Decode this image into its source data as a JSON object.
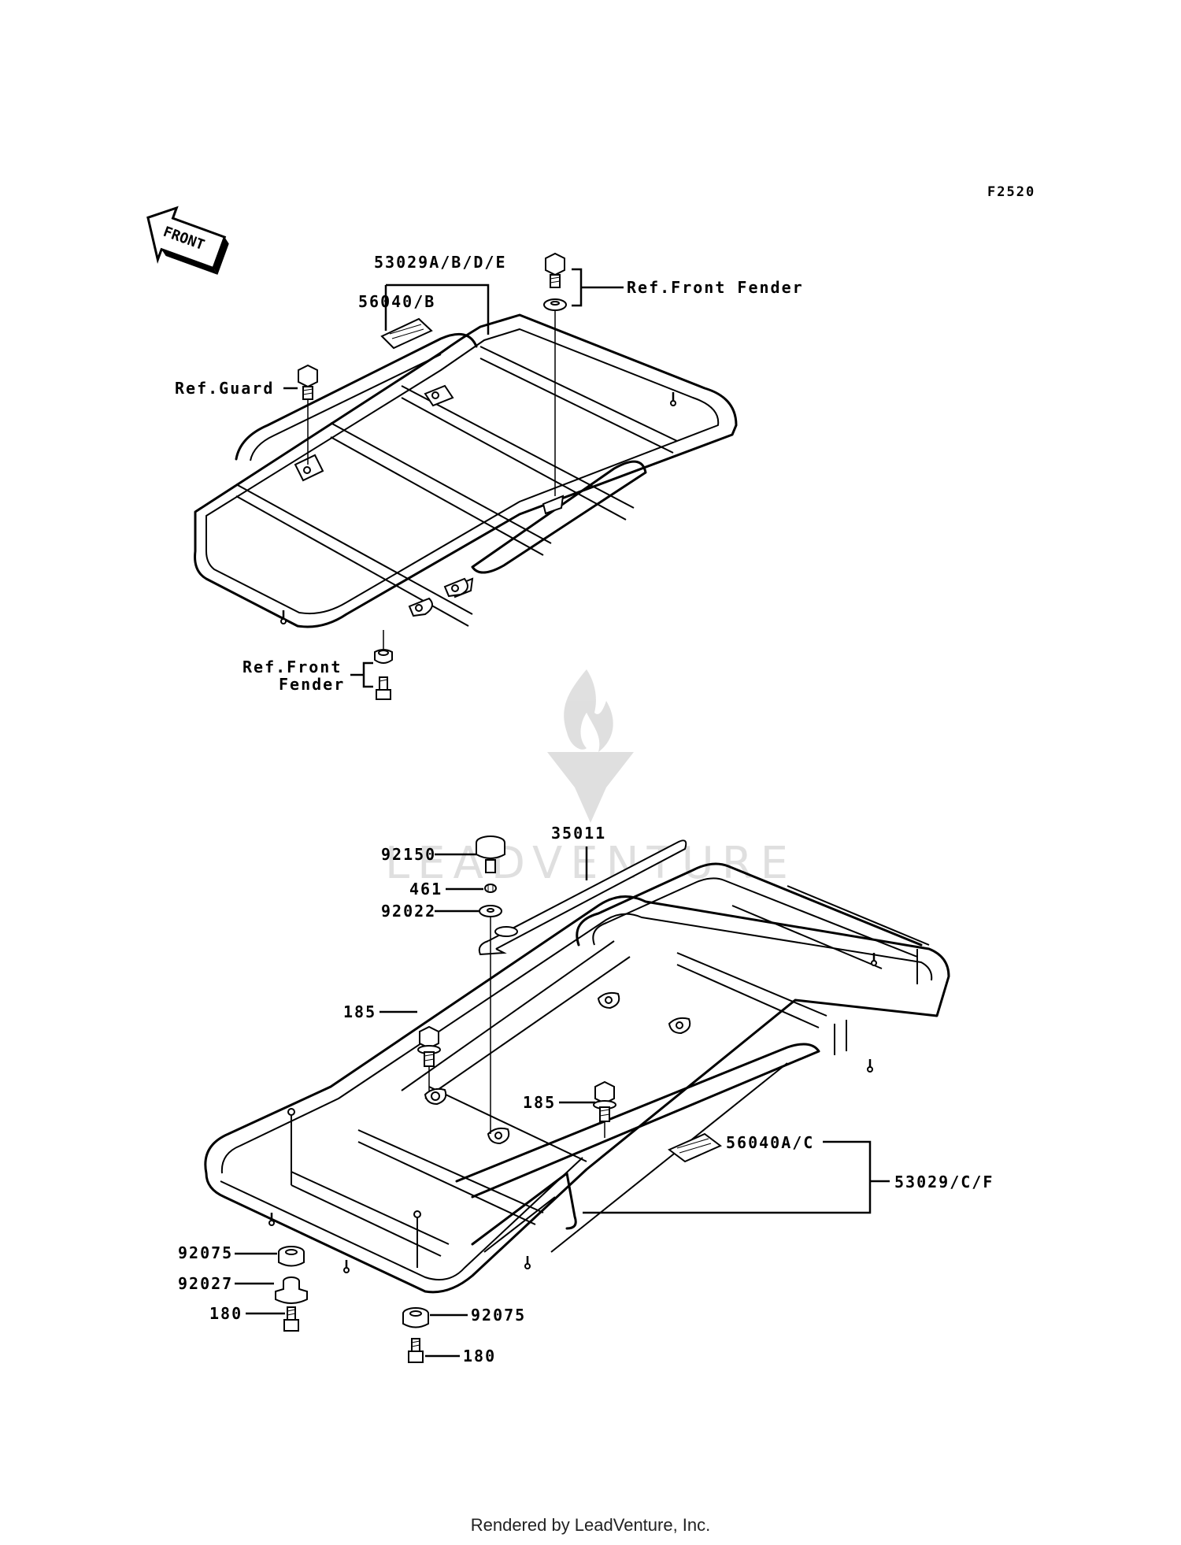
{
  "diagram": {
    "code": "F2520",
    "front_label": "FRONT",
    "labels": {
      "front_carrier_part": "53029A/B/D/E",
      "front_label_part": "56040/B",
      "ref_front_fender_top": "Ref.Front Fender",
      "ref_guard": "Ref.Guard",
      "ref_front_fender_bottom_1": "Ref.Front",
      "ref_front_fender_bottom_2": "Fender",
      "knob": "92150",
      "rail": "35011",
      "nut": "461",
      "washer": "92022",
      "bolt_left": "185",
      "bolt_right": "185",
      "rear_label_part": "56040A/C",
      "rear_carrier_part": "53029/C/F",
      "damper_left": "92075",
      "collar": "92027",
      "bolt_small_left": "180",
      "damper_right": "92075",
      "bolt_small_right": "180"
    },
    "watermark": "LEADVENTURE"
  },
  "footer": "Rendered by LeadVenture, Inc."
}
